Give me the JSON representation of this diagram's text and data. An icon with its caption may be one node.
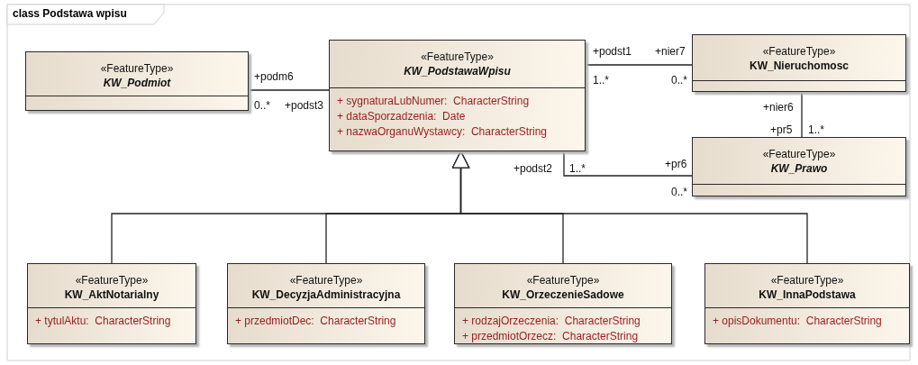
{
  "diagram": {
    "title": "class Podstawa wpisu",
    "nodes": [
      {
        "text": [
          "«FeatureType»",
          "KW_Podmiot"
        ]
      },
      {
        "text": [
          "«FeatureType»",
          "KW_PodstawaWpisu",
          "+ sygnaturaLubNumer:  CharacterString",
          "+ dataSporzadzenia:  Date",
          "+ nazwaOrganuWystawcy:  CharacterString"
        ]
      },
      {
        "text": [
          "«FeatureType»",
          "KW_Nieruchomosc"
        ]
      },
      {
        "text": [
          "«FeatureType»",
          "KW_Prawo"
        ]
      },
      {
        "text": [
          "«FeatureType»",
          "KW_AktNotarialny",
          "+ tytulAktu:  CharacterString"
        ]
      },
      {
        "text": [
          "«FeatureType»",
          "KW_DecyzjaAdministracyjna",
          "+ przedmiotDec:  CharacterString"
        ]
      },
      {
        "text": [
          "«FeatureType»",
          "KW_OrzeczenieSadowe",
          "+ rodzajOrzeczenia:  CharacterString",
          "+ przedmiotOrzecz:  CharacterString"
        ]
      },
      {
        "text": [
          "«FeatureType»",
          "KW_InnaPodstawa",
          "+ opisDokumentu:  CharacterString"
        ]
      }
    ],
    "edges": [
      {
        "from": 0,
        "to": 1,
        "arrow": "none"
      },
      {
        "from": 1,
        "to": 2,
        "arrow": "none"
      },
      {
        "from": 2,
        "to": 3,
        "arrow": "none"
      },
      {
        "from": 1,
        "to": 3,
        "arrow": "none"
      },
      {
        "from": 4,
        "to": 1,
        "arrow": "to"
      },
      {
        "from": 5,
        "to": 1,
        "arrow": "to"
      },
      {
        "from": 6,
        "to": 1,
        "arrow": "to"
      },
      {
        "from": 7,
        "to": 1,
        "arrow": "to"
      }
    ],
    "labels": [
      "+podst1",
      "+nier7",
      "+podm6",
      "1..*",
      "0..*",
      "0..*",
      "+podst3",
      "+nier6",
      "+pr5",
      "1..*",
      "+podst2",
      "1..*",
      "+pr6",
      "0..*"
    ]
  }
}
